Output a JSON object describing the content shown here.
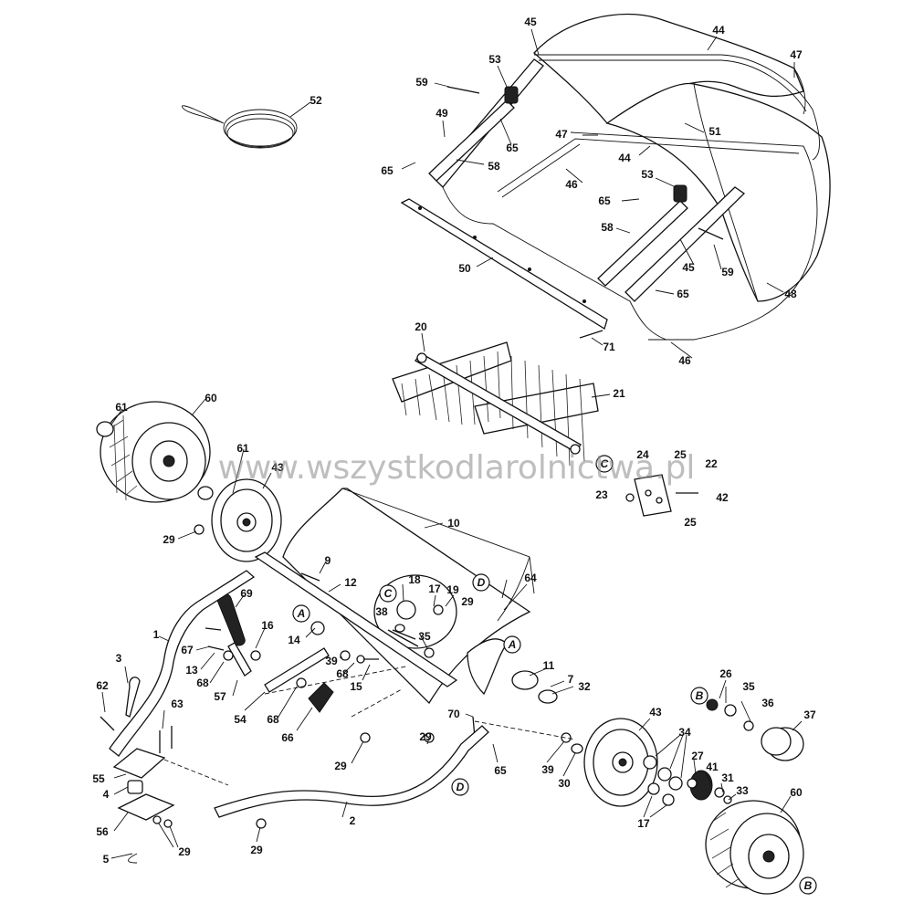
{
  "watermark": "www.wszystkodlarolnictwa.pl",
  "callouts": [
    {
      "id": "c45a",
      "text": "45"
    },
    {
      "id": "c44a",
      "text": "44"
    },
    {
      "id": "c47a",
      "text": "47"
    },
    {
      "id": "c53a",
      "text": "53"
    },
    {
      "id": "c59a",
      "text": "59"
    },
    {
      "id": "c49",
      "text": "49"
    },
    {
      "id": "c65a",
      "text": "65"
    },
    {
      "id": "c58a",
      "text": "58"
    },
    {
      "id": "c65b",
      "text": "65"
    },
    {
      "id": "c47b",
      "text": "47"
    },
    {
      "id": "c44b",
      "text": "44"
    },
    {
      "id": "c51",
      "text": "51"
    },
    {
      "id": "c46a",
      "text": "46"
    },
    {
      "id": "c53b",
      "text": "53"
    },
    {
      "id": "c65c",
      "text": "65"
    },
    {
      "id": "c58b",
      "text": "58"
    },
    {
      "id": "c45b",
      "text": "45"
    },
    {
      "id": "c59b",
      "text": "59"
    },
    {
      "id": "c50",
      "text": "50"
    },
    {
      "id": "c65d",
      "text": "65"
    },
    {
      "id": "c48",
      "text": "48"
    },
    {
      "id": "c71",
      "text": "71"
    },
    {
      "id": "c46b",
      "text": "46"
    },
    {
      "id": "c52",
      "text": "52"
    },
    {
      "id": "c20",
      "text": "20"
    },
    {
      "id": "c21",
      "text": "21"
    },
    {
      "id": "c61a",
      "text": "61"
    },
    {
      "id": "c60a",
      "text": "60"
    },
    {
      "id": "c61b",
      "text": "61"
    },
    {
      "id": "c43a",
      "text": "43"
    },
    {
      "id": "c24",
      "text": "24"
    },
    {
      "id": "c25a",
      "text": "25"
    },
    {
      "id": "c22",
      "text": "22"
    },
    {
      "id": "c23",
      "text": "23"
    },
    {
      "id": "c42",
      "text": "42"
    },
    {
      "id": "c25b",
      "text": "25"
    },
    {
      "id": "c29a",
      "text": "29"
    },
    {
      "id": "c10",
      "text": "10"
    },
    {
      "id": "c9",
      "text": "9"
    },
    {
      "id": "c12",
      "text": "12"
    },
    {
      "id": "c69",
      "text": "69"
    },
    {
      "id": "c18",
      "text": "18"
    },
    {
      "id": "c17a",
      "text": "17"
    },
    {
      "id": "c19",
      "text": "19"
    },
    {
      "id": "c29b",
      "text": "29"
    },
    {
      "id": "c64",
      "text": "64"
    },
    {
      "id": "c38",
      "text": "38"
    },
    {
      "id": "c35a",
      "text": "35"
    },
    {
      "id": "c1",
      "text": "1"
    },
    {
      "id": "c16",
      "text": "16"
    },
    {
      "id": "c14",
      "text": "14"
    },
    {
      "id": "c67",
      "text": "67"
    },
    {
      "id": "c3",
      "text": "3"
    },
    {
      "id": "c13",
      "text": "13"
    },
    {
      "id": "c68a",
      "text": "68"
    },
    {
      "id": "c39a",
      "text": "39"
    },
    {
      "id": "c68b",
      "text": "68"
    },
    {
      "id": "c15",
      "text": "15"
    },
    {
      "id": "c11",
      "text": "11"
    },
    {
      "id": "c7",
      "text": "7"
    },
    {
      "id": "c32",
      "text": "32"
    },
    {
      "id": "c57",
      "text": "57"
    },
    {
      "id": "c62",
      "text": "62"
    },
    {
      "id": "c54",
      "text": "54"
    },
    {
      "id": "c68c",
      "text": "68"
    },
    {
      "id": "c66",
      "text": "66"
    },
    {
      "id": "c63",
      "text": "63"
    },
    {
      "id": "c29c",
      "text": "29"
    },
    {
      "id": "c70",
      "text": "70"
    },
    {
      "id": "c29d",
      "text": "29"
    },
    {
      "id": "c65e",
      "text": "65"
    },
    {
      "id": "c39b",
      "text": "39"
    },
    {
      "id": "c30",
      "text": "30"
    },
    {
      "id": "c43b",
      "text": "43"
    },
    {
      "id": "c26",
      "text": "26"
    },
    {
      "id": "c35b",
      "text": "35"
    },
    {
      "id": "c36",
      "text": "36"
    },
    {
      "id": "c37",
      "text": "37"
    },
    {
      "id": "c34",
      "text": "34"
    },
    {
      "id": "c27",
      "text": "27"
    },
    {
      "id": "c41",
      "text": "41"
    },
    {
      "id": "c31",
      "text": "31"
    },
    {
      "id": "c33",
      "text": "33"
    },
    {
      "id": "c17b",
      "text": "17"
    },
    {
      "id": "c55",
      "text": "55"
    },
    {
      "id": "c4",
      "text": "4"
    },
    {
      "id": "c56",
      "text": "56"
    },
    {
      "id": "c5",
      "text": "5"
    },
    {
      "id": "c29e",
      "text": "29"
    },
    {
      "id": "c2",
      "text": "2"
    },
    {
      "id": "c29f",
      "text": "29"
    },
    {
      "id": "c60b",
      "text": "60"
    }
  ],
  "connection_labels": [
    {
      "id": "A1",
      "text": "A"
    },
    {
      "id": "A2",
      "text": "A"
    },
    {
      "id": "B1",
      "text": "B"
    },
    {
      "id": "B2",
      "text": "B"
    },
    {
      "id": "C1",
      "text": "C"
    },
    {
      "id": "C2",
      "text": "C"
    },
    {
      "id": "D1",
      "text": "D"
    },
    {
      "id": "D2",
      "text": "D"
    }
  ],
  "icons": [
    "exploded-parts-drawing"
  ]
}
